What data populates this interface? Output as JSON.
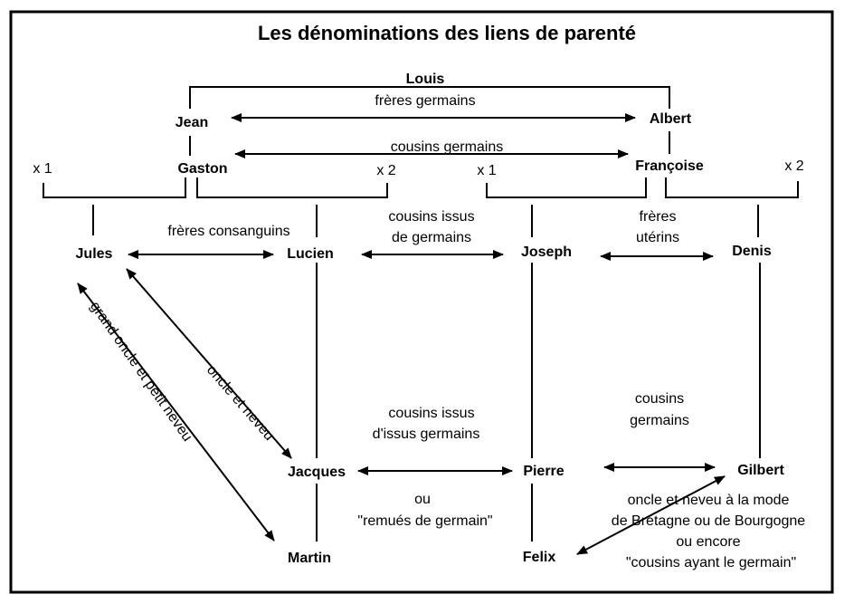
{
  "title": "Les dénominations des liens de parenté",
  "people": {
    "louis": "Louis",
    "jean": "Jean",
    "albert": "Albert",
    "gaston": "Gaston",
    "francoise": "Françoise",
    "jules": "Jules",
    "lucien": "Lucien",
    "joseph": "Joseph",
    "denis": "Denis",
    "jacques": "Jacques",
    "pierre": "Pierre",
    "gilbert": "Gilbert",
    "martin": "Martin",
    "felix": "Felix"
  },
  "marriages": {
    "gaston_1": "x 1",
    "gaston_2": "x 2",
    "francoise_1": "x 1",
    "francoise_2": "x 2"
  },
  "relations": {
    "freres_germains": "frères germains",
    "cousins_germains_top": "cousins germains",
    "freres_consanguins": "frères consanguins",
    "cousins_issus_l1": "cousins issus",
    "cousins_issus_l2": "de germains",
    "freres_uterins_l1": "frères",
    "freres_uterins_l2": "utérins",
    "grand_oncle": "grand oncle et petit neveu",
    "oncle_neveu": "oncle et neveu",
    "issus_issus_l1": "cousins issus",
    "issus_issus_l2": "d'issus germains",
    "ou": "ou",
    "remues": "\"remués de germain\"",
    "cousins_germains_low_l1": "cousins",
    "cousins_germains_low_l2": "germains",
    "mode_l1": "oncle et neveu à la mode",
    "mode_l2": "de Bretagne ou de Bourgogne",
    "mode_l3": "ou encore",
    "mode_l4": "\"cousins ayant le germain\""
  }
}
